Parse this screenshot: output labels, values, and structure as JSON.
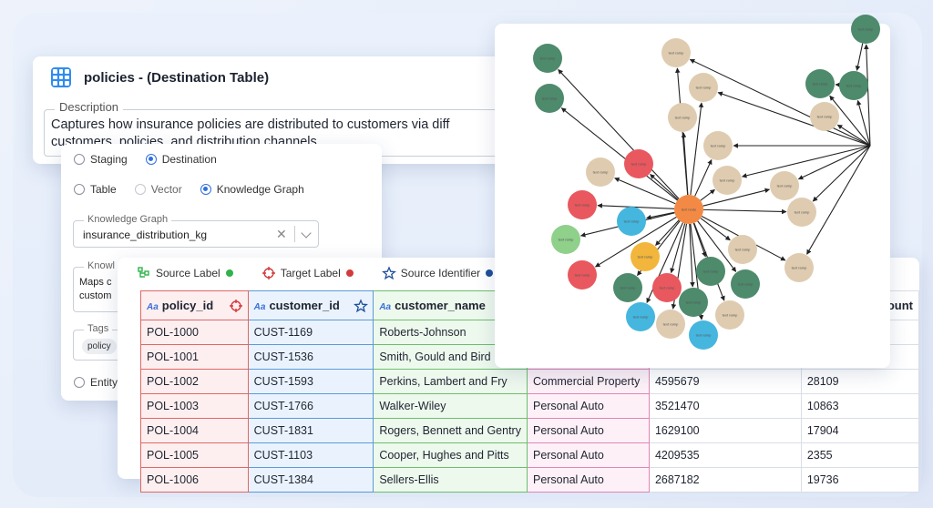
{
  "policies_panel": {
    "title": "policies - (Destination Table)",
    "description_label": "Description",
    "description_line1": "Captures how insurance policies are distributed to customers via diff",
    "description_line2": "customers, policies, and distribution channels."
  },
  "config_panel": {
    "type_options": [
      {
        "label": "Staging",
        "selected": false
      },
      {
        "label": "Destination",
        "selected": true
      }
    ],
    "storage_options": [
      {
        "label": "Table",
        "selected": false
      },
      {
        "label": "Vector",
        "selected": false
      },
      {
        "label": "Knowledge Graph",
        "selected": true
      }
    ],
    "knowledge_graph_label": "Knowledge Graph",
    "knowledge_graph_value": "insurance_distribution_kg",
    "knowledge_label": "Knowl",
    "knowledge_text_1": "Maps c",
    "knowledge_text_2": "custom",
    "tags_label": "Tags",
    "tag_chip": "policy",
    "entity_label": "Entity"
  },
  "table_panel": {
    "legend": [
      {
        "label": "Source Label",
        "color": "#2fb34a"
      },
      {
        "label": "Target Label",
        "color": "#d23b3b"
      },
      {
        "label": "Source Identifier",
        "color": "#1f4f9a"
      }
    ],
    "columns": [
      "policy_id",
      "customer_id",
      "customer_name",
      "",
      "",
      "ount"
    ],
    "rows": [
      [
        "POL-1000",
        "CUST-1169",
        "Roberts-Johnson",
        "",
        "",
        ""
      ],
      [
        "POL-1001",
        "CUST-1536",
        "Smith, Gould and Bird",
        "",
        "",
        ""
      ],
      [
        "POL-1002",
        "CUST-1593",
        "Perkins, Lambert and Fry",
        "Commercial Property",
        "4595679",
        "28109"
      ],
      [
        "POL-1003",
        "CUST-1766",
        "Walker-Wiley",
        "Personal Auto",
        "3521470",
        "10863"
      ],
      [
        "POL-1004",
        "CUST-1831",
        "Rogers, Bennett and Gentry",
        "Personal Auto",
        "1629100",
        "17904"
      ],
      [
        "POL-1005",
        "CUST-1103",
        "Cooper, Hughes and Pitts",
        "Personal Auto",
        "4209535",
        "2355"
      ],
      [
        "POL-1006",
        "CUST-1384",
        "Sellers-Ellis",
        "Personal Auto",
        "2687182",
        "19736"
      ]
    ]
  },
  "graph_panel": {
    "center_label": "text node",
    "node_label": "text ramp",
    "colors": {
      "tan": "#dfccb0",
      "green": "#4e8a6c",
      "red": "#e8585e",
      "blue": "#45b6de",
      "orange": "#f28a45",
      "yellow": "#f2b63c",
      "lightgreen": "#8fd08a"
    }
  },
  "icons": [
    "grid-icon",
    "radio-icon",
    "clear-icon",
    "chevron-down-icon",
    "source-label-icon",
    "target-label-icon",
    "source-identifier-icon",
    "text-type-icon"
  ]
}
